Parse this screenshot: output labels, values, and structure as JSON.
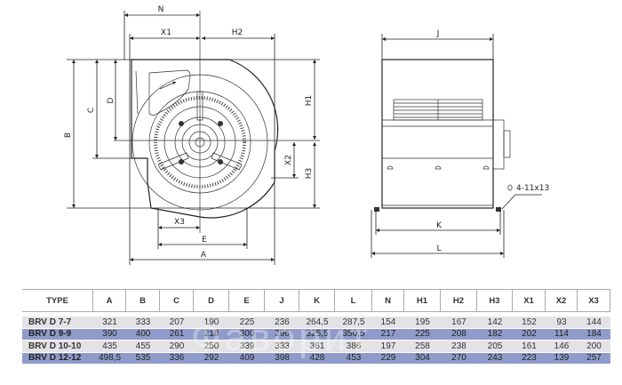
{
  "drawing": {
    "side_view_labels": {
      "N": "N",
      "X1": "X1",
      "H2": "H2",
      "B": "B",
      "C": "C",
      "D": "D",
      "H1": "H1",
      "X2": "X2",
      "H3": "H3",
      "X3": "X3",
      "E": "E",
      "A": "A"
    },
    "front_view_labels": {
      "J": "J",
      "K": "K",
      "L": "L",
      "hole_note": "4-11x13"
    }
  },
  "table": {
    "headers": [
      "TYPE",
      "A",
      "B",
      "C",
      "D",
      "E",
      "J",
      "K",
      "L",
      "N",
      "H1",
      "H2",
      "H3",
      "X1",
      "X2",
      "X3"
    ],
    "rows": [
      [
        "BRV D 7-7",
        "321",
        "333",
        "207",
        "190",
        "225",
        "236",
        "264,5",
        "287,5",
        "154",
        "195",
        "167",
        "142",
        "152",
        "93",
        "144"
      ],
      [
        "BRV D 9-9",
        "390",
        "400",
        "261",
        "218",
        "300",
        "296",
        "325,5",
        "350,5",
        "217",
        "225",
        "208",
        "182",
        "202",
        "114",
        "184"
      ],
      [
        "BRV D 10-10",
        "435",
        "455",
        "290",
        "250",
        "339",
        "333",
        "361",
        "386",
        "197",
        "258",
        "238",
        "205",
        "161",
        "146",
        "200"
      ],
      [
        "BRV D 12-12",
        "498,5",
        "535",
        "336",
        "292",
        "409",
        "398",
        "428",
        "453",
        "229",
        "304",
        "270",
        "243",
        "223",
        "139",
        "257"
      ]
    ],
    "row_colors": [
      "#e3e3e6",
      "#8f9ccb"
    ]
  },
  "watermark": "Фаворит"
}
